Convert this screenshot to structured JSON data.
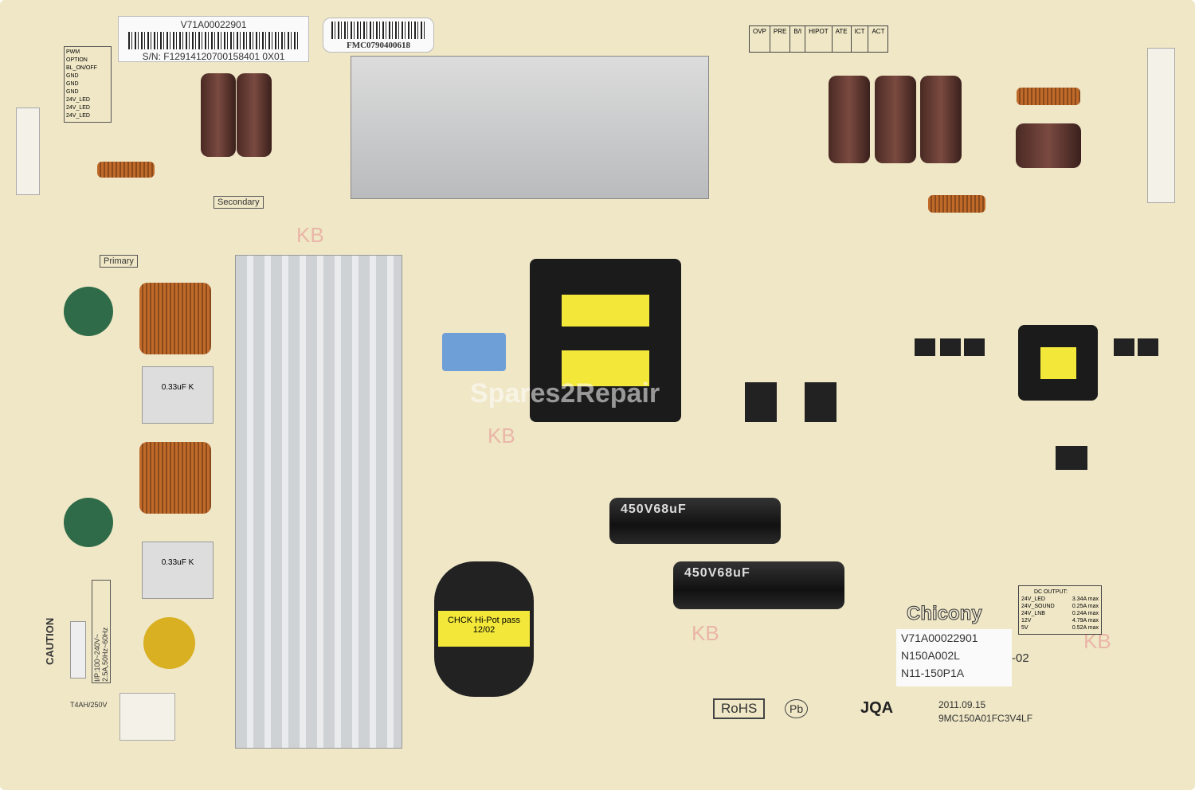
{
  "labels": {
    "top_sticker_part": "V71A00022901",
    "top_sticker_serial": "S/N: F12914120700158401 0X01",
    "fmc_sticker": "FMC0790400618",
    "model_sticker": [
      "V71A00022901",
      "N150A002L",
      "N11-150P1A"
    ],
    "rev_suffix": "-02"
  },
  "silkscreen": {
    "brand": "Chicony",
    "rohs": "RoHS",
    "pb": "Pb",
    "jqa": "JQA",
    "date": "2011.09.15",
    "board_code": "9MC150A01FC3V4LF",
    "secondary": "Secondary",
    "primary": "Primary",
    "caution": "CAUTION",
    "input_rating": "I/P:100~240V~ 2.5A,50Hz~60Hz",
    "fuse_rating": "T4AH/250V",
    "watermark": "Spares2Repair",
    "kb_mark": "KB"
  },
  "dc_output": {
    "title": "DC OUTPUT:",
    "rows": [
      {
        "rail": "24V_LED",
        "current": "3.34A max"
      },
      {
        "rail": "24V_SOUND",
        "current": "0.25A max"
      },
      {
        "rail": "24V_LNB",
        "current": "0.24A max"
      },
      {
        "rail": "12V",
        "current": "4.79A max"
      },
      {
        "rail": "5V",
        "current": "0.52A max"
      }
    ]
  },
  "test_table": [
    "OVP",
    "PRE",
    "B/I",
    "HIPOT",
    "ATE",
    "ICT",
    "ACT"
  ],
  "pin_table": [
    "PWM",
    "OPTION",
    "BL_ON/OFF",
    "GND",
    "GND",
    "GND",
    "24V_LED",
    "24V_LED",
    "24V_LED"
  ],
  "capacitors": {
    "bulk": "450V68uF",
    "filter": "0.33uF K",
    "choke": "CHCK Hi-Pot pass 12/02"
  }
}
